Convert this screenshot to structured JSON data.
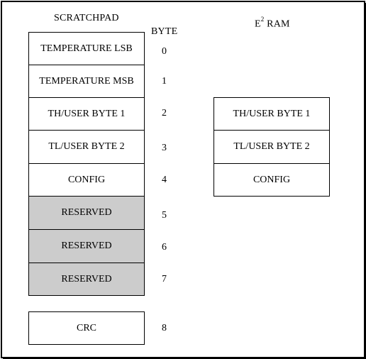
{
  "scratchpad": {
    "title": "SCRATCHPAD",
    "byte_header": "BYTE",
    "rows": [
      {
        "label": "TEMPERATURE LSB",
        "byte": "0",
        "reserved": false
      },
      {
        "label": "TEMPERATURE MSB",
        "byte": "1",
        "reserved": false
      },
      {
        "label": "TH/USER BYTE 1",
        "byte": "2",
        "reserved": false
      },
      {
        "label": "TL/USER BYTE 2",
        "byte": "3",
        "reserved": false
      },
      {
        "label": "CONFIG",
        "byte": "4",
        "reserved": false
      },
      {
        "label": "RESERVED",
        "byte": "5",
        "reserved": true
      },
      {
        "label": "RESERVED",
        "byte": "6",
        "reserved": true
      },
      {
        "label": "RESERVED",
        "byte": "7",
        "reserved": true
      },
      {
        "label": "CRC",
        "byte": "8",
        "reserved": false
      }
    ]
  },
  "eeprom": {
    "title_prefix": "E",
    "title_sup": "2",
    "title_suffix": " RAM",
    "rows": [
      {
        "label": "TH/USER BYTE 1"
      },
      {
        "label": "TL/USER BYTE 2"
      },
      {
        "label": "CONFIG"
      }
    ]
  },
  "colors": {
    "reserved_fill": "#cccccc",
    "border": "#000000"
  }
}
